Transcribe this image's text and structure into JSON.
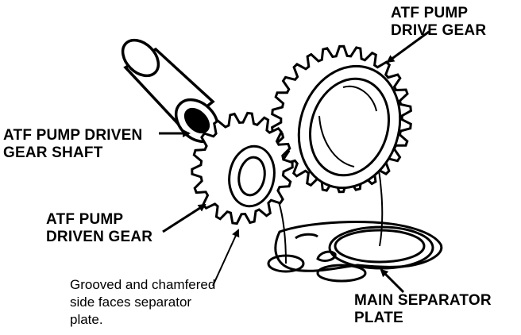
{
  "labels": {
    "drive_gear": [
      "ATF PUMP",
      "DRIVE GEAR"
    ],
    "driven_gear_shaft": [
      "ATF PUMP DRIVEN",
      "GEAR SHAFT"
    ],
    "driven_gear": [
      "ATF PUMP",
      "DRIVEN GEAR"
    ],
    "separator_plate": [
      "MAIN SEPARATOR",
      "PLATE"
    ],
    "note": [
      "Grooved and chamfered",
      "side faces separator",
      "plate."
    ]
  },
  "colors": {
    "ink": "#000000",
    "paper": "#ffffff"
  }
}
